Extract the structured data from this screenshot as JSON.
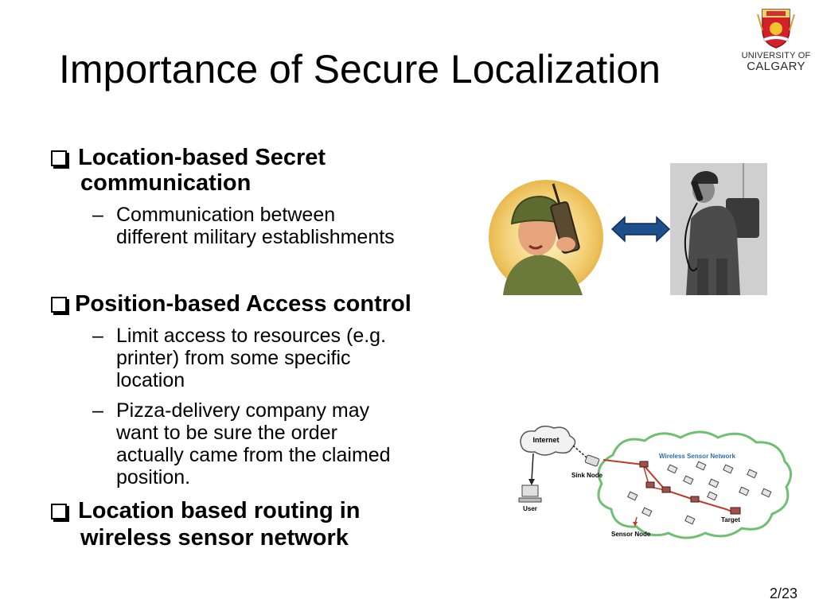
{
  "slide": {
    "title": "Importance of Secure Localization",
    "page_number": "2/23"
  },
  "logo": {
    "line1": "UNIVERSITY OF",
    "line2": "CALGARY"
  },
  "bullets": [
    {
      "line1": "Location-based Secret",
      "line2": "communication",
      "subs": [
        {
          "lines": [
            "Communication between",
            "different military establishments"
          ]
        }
      ]
    },
    {
      "line1": "Position-based Access control",
      "subs": [
        {
          "lines": [
            "Limit access to resources (e.g.",
            "printer) from some specific",
            "location"
          ]
        },
        {
          "lines": [
            "Pizza-delivery company may",
            "want to be sure the order",
            "actually came from the claimed",
            "position."
          ]
        }
      ]
    },
    {
      "line1": "Location based routing in",
      "line2": "wireless sensor network"
    }
  ],
  "network_diagram": {
    "internet": "Internet",
    "cloud_title": "Wireless Sensor Network",
    "sink_node": "Sink Node",
    "user": "User",
    "target": "Target",
    "sensor_node": "Sensor Node"
  },
  "colors": {
    "arrow": "#1f4e8c",
    "network_path": "#c0392b",
    "cloud_border": "#6fbf73"
  }
}
